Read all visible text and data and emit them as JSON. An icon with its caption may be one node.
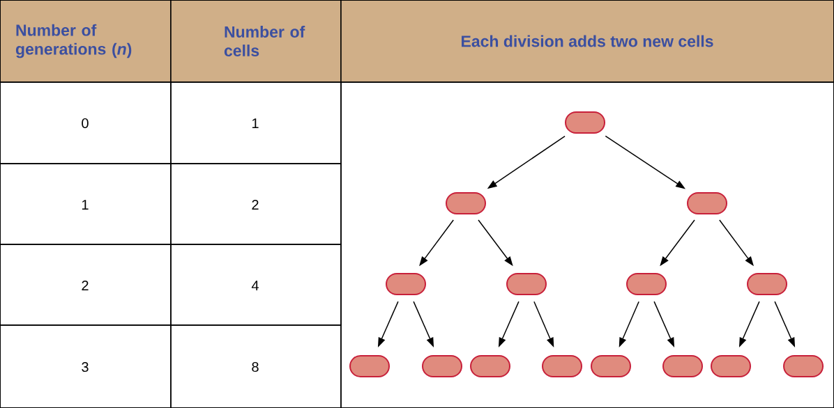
{
  "diagram": {
    "nodes": [
      {
        "text": [],
        "shape": "capsule"
      },
      {
        "text": [],
        "shape": "capsule"
      },
      {
        "text": [],
        "shape": "capsule"
      },
      {
        "text": [],
        "shape": "capsule"
      },
      {
        "text": [],
        "shape": "capsule"
      },
      {
        "text": [],
        "shape": "capsule"
      },
      {
        "text": [],
        "shape": "capsule"
      },
      {
        "text": [],
        "shape": "capsule"
      },
      {
        "text": [],
        "shape": "capsule"
      },
      {
        "text": [],
        "shape": "capsule"
      },
      {
        "text": [],
        "shape": "capsule"
      },
      {
        "text": [],
        "shape": "capsule"
      },
      {
        "text": [],
        "shape": "capsule"
      },
      {
        "text": [],
        "shape": "capsule"
      },
      {
        "text": [],
        "shape": "capsule"
      }
    ],
    "edges": [
      {
        "from": 0,
        "to": 1,
        "arrow": "to"
      },
      {
        "from": 0,
        "to": 2,
        "arrow": "to"
      },
      {
        "from": 1,
        "to": 3,
        "arrow": "to"
      },
      {
        "from": 1,
        "to": 4,
        "arrow": "to"
      },
      {
        "from": 2,
        "to": 5,
        "arrow": "to"
      },
      {
        "from": 2,
        "to": 6,
        "arrow": "to"
      },
      {
        "from": 3,
        "to": 7,
        "arrow": "to"
      },
      {
        "from": 3,
        "to": 8,
        "arrow": "to"
      },
      {
        "from": 4,
        "to": 9,
        "arrow": "to"
      },
      {
        "from": 4,
        "to": 10,
        "arrow": "to"
      },
      {
        "from": 5,
        "to": 11,
        "arrow": "to"
      },
      {
        "from": 5,
        "to": 12,
        "arrow": "to"
      },
      {
        "from": 6,
        "to": 13,
        "arrow": "to"
      },
      {
        "from": 6,
        "to": 14,
        "arrow": "to"
      }
    ],
    "labels": [
      "Number of generations (*n*)",
      "Number of cells",
      "Each division adds two new cells",
      "0",
      "1",
      "1",
      "2",
      "2",
      "4",
      "3",
      "8"
    ]
  }
}
